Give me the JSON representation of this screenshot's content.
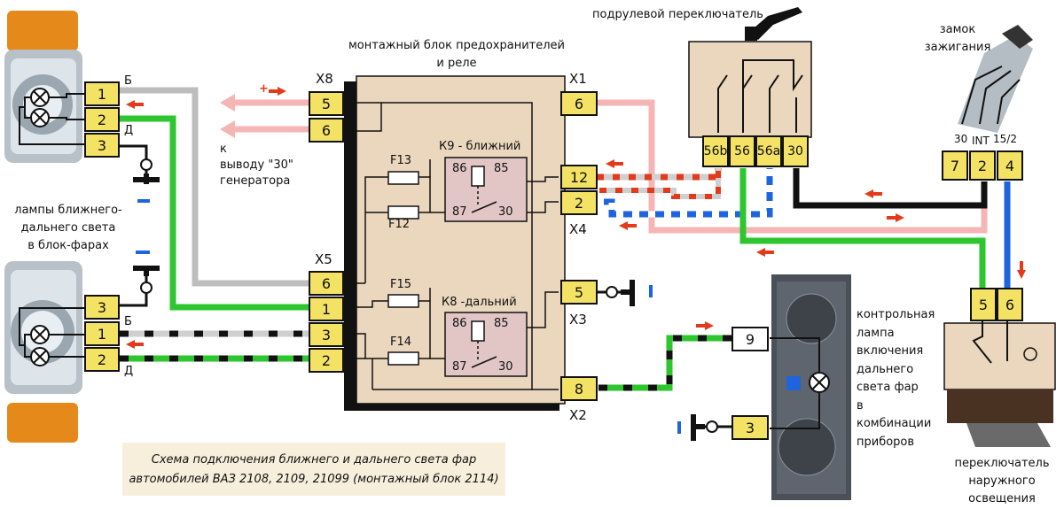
{
  "title_block": "монтажный блок предохранителей",
  "title_block_2": "и реле",
  "steering_switch": "подрулевой переключатель",
  "ignition_line1": "замок",
  "ignition_line2": "зажигания",
  "ign_pins": {
    "p30": "30",
    "int": "INT",
    "p152": "15/2"
  },
  "headlamps_caption": [
    "лампы ближнего-",
    "дальнего света",
    "в блок-фарах"
  ],
  "generator_caption": [
    "к",
    "выводу \"30\"",
    "генератора"
  ],
  "indicator_caption": [
    "контрольная",
    "лампа",
    "включения",
    "дальнего",
    "света фар",
    "в",
    "комбинации",
    "приборов"
  ],
  "outer_switch_caption": [
    "переключатель",
    "наружного",
    "освещения"
  ],
  "caption": [
    "Схема подключения ближнего и дальнего света фар",
    "автомобилей ВАЗ 2108, 2109, 21099 (монтажный блок 2114)"
  ],
  "wire_letters": {
    "b": "Б",
    "d": "Д"
  },
  "connectors": {
    "x1": "X1",
    "x2": "X2",
    "x3": "X3",
    "x4": "X4",
    "x5": "X5",
    "x8": "X8"
  },
  "fuses": {
    "f13": "F13",
    "f12": "F12",
    "f15": "F15",
    "f14": "F14"
  },
  "relays": {
    "k9": {
      "label": "К9 - ближний",
      "p86": "86",
      "p85": "85",
      "p87": "87",
      "p30": "30"
    },
    "k8": {
      "label": "К8 -дальний",
      "p86": "86",
      "p85": "85",
      "p87": "87",
      "p30": "30"
    }
  },
  "pins": {
    "lamp_top": [
      "1",
      "2",
      "3"
    ],
    "lamp_bot": [
      "3",
      "1",
      "2"
    ],
    "x8": [
      "5",
      "6"
    ],
    "x5": [
      "6",
      "1",
      "3",
      "2"
    ],
    "x1": "6",
    "x4": [
      "12",
      "2"
    ],
    "x3": "5",
    "x2": "8",
    "steer": [
      "56b",
      "56",
      "56a",
      "30"
    ],
    "ign": [
      "7",
      "2",
      "4"
    ],
    "outer": [
      "5",
      "6"
    ],
    "cluster": [
      "9",
      "3"
    ]
  },
  "plus_sign": "+",
  "minus_sign": "—"
}
